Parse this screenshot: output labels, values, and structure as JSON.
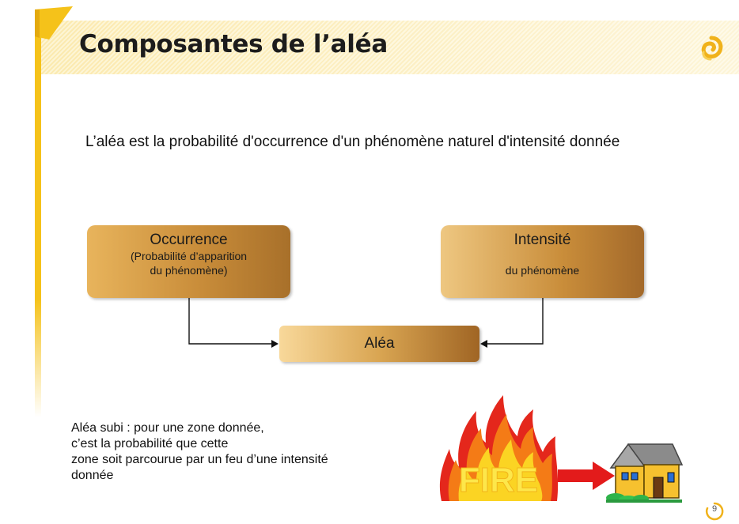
{
  "slide": {
    "title": "Composantes de l’aléa",
    "intro": "L’aléa est la probabilité d'occurrence d'un phénomène naturel d'intensité donnée",
    "page_number": "9"
  },
  "diagram": {
    "occurrence": {
      "title": "Occurrence",
      "subtitle_line1": "(Probabilité d’apparition",
      "subtitle_line2": "du phénomène)"
    },
    "intensite": {
      "title": "Intensité",
      "subtitle": "du phénomène"
    },
    "alea": {
      "title": "Aléa"
    }
  },
  "bottom": {
    "line1": "Aléa subi : pour une zone donnée,",
    "line2": "c’est la probabilité que cette",
    "line3": "zone soit parcourue par un feu d’une intensité",
    "line4": "donnée"
  },
  "illustration": {
    "fire_text": "FIRE",
    "icons": [
      "fire-icon",
      "red-arrow-icon",
      "house-icon"
    ]
  },
  "colors": {
    "accent_yellow": "#f5c21a",
    "box_brown": "#c98d3a",
    "arrow_red": "#e31b1b"
  }
}
